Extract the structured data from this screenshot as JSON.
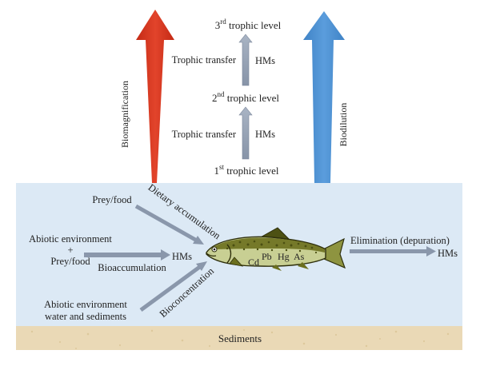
{
  "trophic": {
    "level3": {
      "num": "3",
      "suffix": "rd",
      "label": "trophic level"
    },
    "level2": {
      "num": "2",
      "suffix": "nd",
      "label": "trophic level"
    },
    "level1": {
      "num": "1",
      "suffix": "st",
      "label": "trophic level"
    },
    "transfer_upper": "Trophic transfer",
    "transfer_lower": "Trophic transfer",
    "hms_upper": "HMs",
    "hms_lower": "HMs"
  },
  "side_arrows": {
    "left_label": "Biomagnification",
    "left_color": "#d9361e",
    "right_label": "Biodilution",
    "right_color": "#4a8fd1"
  },
  "water": {
    "prey_food_top": "Prey/food",
    "dietary_accumulation": "Dietary accumulation",
    "abiotic_environment": "Abiotic environment",
    "plus": "+",
    "prey_food_mid": "Prey/food",
    "bioaccumulation": "Bioaccumulation",
    "hms_center": "HMs",
    "abiotic_environment_low": "Abiotic environment",
    "water_and_sediments": "water and sediments",
    "bioconcentration": "Bioconcentration",
    "elimination": "Elimination (depuration)",
    "hms_right": "HMs"
  },
  "fish_metals": [
    "Cd",
    "Pb",
    "Hg",
    "As"
  ],
  "sediments_label": "Sediments",
  "colors": {
    "water": "#dce9f5",
    "sediment": "#ead9b6",
    "fish": "#6b6f1e",
    "arrow_gray": "#9aa6b7"
  }
}
